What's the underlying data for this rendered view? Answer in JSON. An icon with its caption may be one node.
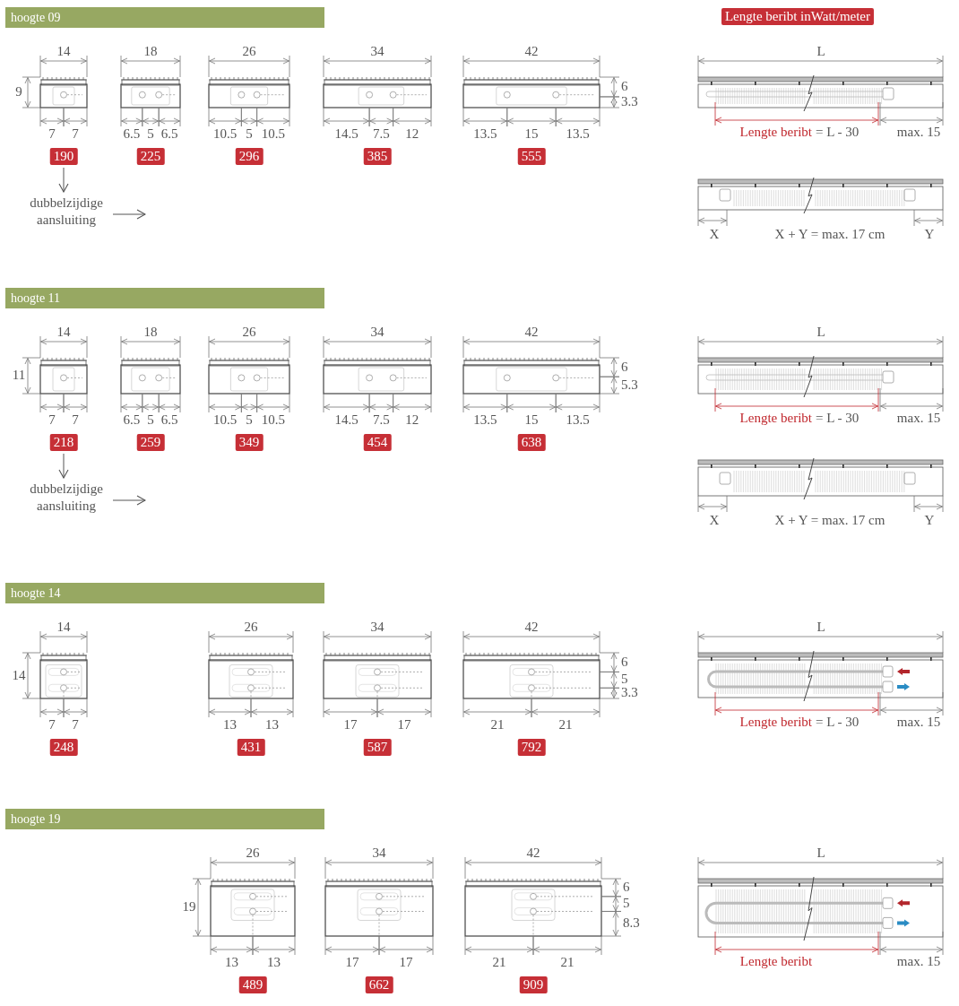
{
  "diagram": {
    "nodes": [
      {
        "text": [
          "hoogte 09"
        ]
      },
      {
        "text": [
          "Lengte beribt inWatt/meter"
        ]
      },
      {
        "text": [
          "190"
        ]
      },
      {
        "text": [
          "225"
        ]
      },
      {
        "text": [
          "296"
        ]
      },
      {
        "text": [
          "385"
        ]
      },
      {
        "text": [
          "555"
        ]
      },
      {
        "text": [
          "dubbelzijdige aansluiting"
        ]
      },
      {
        "text": [
          "hoogte 11"
        ]
      },
      {
        "text": [
          "218"
        ]
      },
      {
        "text": [
          "259"
        ]
      },
      {
        "text": [
          "349"
        ]
      },
      {
        "text": [
          "454"
        ]
      },
      {
        "text": [
          "638"
        ]
      },
      {
        "text": [
          "dubbelzijdige aansluiting"
        ]
      },
      {
        "text": [
          "hoogte 14"
        ]
      },
      {
        "text": [
          "248"
        ]
      },
      {
        "text": [
          "431"
        ]
      },
      {
        "text": [
          "587"
        ]
      },
      {
        "text": [
          "792"
        ]
      },
      {
        "text": [
          "hoogte 19"
        ]
      },
      {
        "text": [
          "489"
        ]
      },
      {
        "text": [
          "662"
        ]
      },
      {
        "text": [
          "909"
        ]
      }
    ],
    "edges": [
      {
        "from": 2,
        "to": 7,
        "arrow": "to"
      },
      {
        "from": 7,
        "to": null,
        "arrow": "to"
      },
      {
        "from": 9,
        "to": 14,
        "arrow": "to"
      },
      {
        "from": 14,
        "to": null,
        "arrow": "to"
      }
    ],
    "labels": [
      "14",
      "18",
      "26",
      "34",
      "42",
      "9",
      "6",
      "3.3",
      "7",
      "7",
      "6.5",
      "5",
      "6.5",
      "10.5",
      "5",
      "10.5",
      "14.5",
      "7.5",
      "12",
      "13.5",
      "15",
      "13.5",
      "L",
      "Lengte beribt",
      "= L - 30",
      "max. 15",
      "X",
      "X + Y = max. 17 cm",
      "Y",
      "14",
      "18",
      "26",
      "34",
      "42",
      "11",
      "6",
      "5.3",
      "7",
      "7",
      "6.5",
      "5",
      "6.5",
      "10.5",
      "5",
      "10.5",
      "14.5",
      "7.5",
      "12",
      "13.5",
      "15",
      "13.5",
      "L",
      "Lengte beribt",
      "= L - 30",
      "max. 15",
      "X",
      "X + Y = max. 17 cm",
      "Y",
      "14",
      "26",
      "34",
      "42",
      "14",
      "6",
      "5",
      "3.3",
      "7",
      "7",
      "13",
      "13",
      "17",
      "17",
      "21",
      "21",
      "L",
      "Lengte beribt",
      "= L - 30",
      "max. 15",
      "26",
      "34",
      "42",
      "19",
      "6",
      "5",
      "8.3",
      "13",
      "13",
      "17",
      "17",
      "21",
      "21",
      "L",
      "Lengte beribt",
      "max. 15"
    ]
  }
}
